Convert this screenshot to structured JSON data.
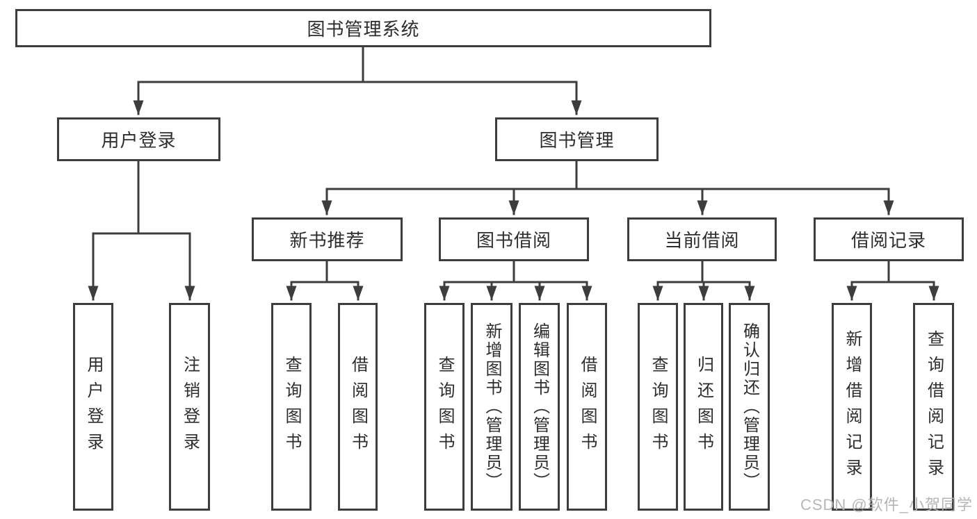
{
  "diagram": {
    "root": "图书管理系统",
    "watermark": "CSDN @软件_小贺同学",
    "colors": {
      "line": "#3d3d3d",
      "text": "#2d2d2d",
      "watermark": "#b2b2b2"
    },
    "branches": [
      {
        "label": "用户登录",
        "children": [
          "用户登录",
          "注销登录"
        ]
      },
      {
        "label": "图书管理",
        "children": [
          {
            "label": "新书推荐",
            "children": [
              "查询图书",
              "借阅图书"
            ]
          },
          {
            "label": "图书借阅",
            "children": [
              "查询图书",
              "新增图书（管理员）",
              "编辑图书（管理员）",
              "借阅图书"
            ]
          },
          {
            "label": "当前借阅",
            "children": [
              "查询图书",
              "归还图书",
              "确认归还（管理员）"
            ]
          },
          {
            "label": "借阅记录",
            "children": [
              "新增借阅记录",
              "查询借阅记录"
            ]
          }
        ]
      }
    ]
  }
}
